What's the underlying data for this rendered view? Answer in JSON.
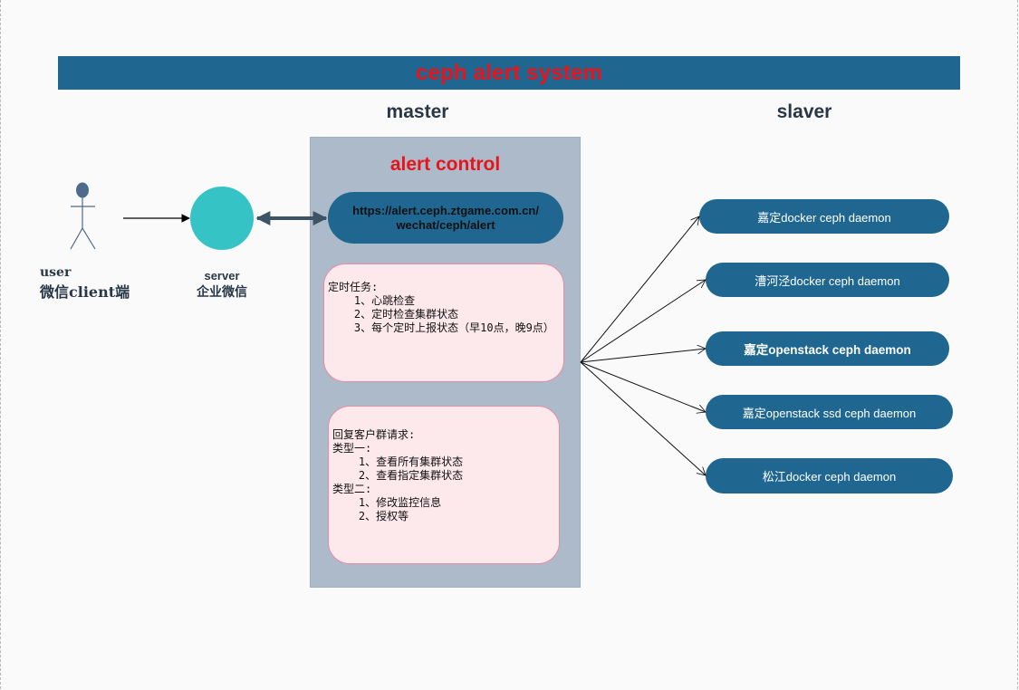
{
  "title": "ceph alert system",
  "columns": {
    "master": "master",
    "slaver": "slaver"
  },
  "actor": {
    "label_en": "user",
    "label_zh": "微信client端"
  },
  "server": {
    "label_en": "server",
    "label_zh": "企业微信"
  },
  "alert_control": {
    "title": "alert control",
    "url": "https://alert.ceph.ztgame.com.cn/\nwechat/ceph/alert",
    "scheduled_tasks": "定时任务:\n    1、心跳检查\n    2、定时检查集群状态\n    3、每个定时上报状态（早10点，晚9点）",
    "client_requests": "回复客户群请求:\n类型一:\n    1、查看所有集群状态\n    2、查看指定集群状态\n类型二:\n    1、修改监控信息\n    2、授权等"
  },
  "daemons": [
    {
      "label": "嘉定docker ceph daemon"
    },
    {
      "label": "漕河泾docker ceph daemon"
    },
    {
      "label": "嘉定openstack ceph daemon"
    },
    {
      "label": "嘉定openstack ssd ceph daemon"
    },
    {
      "label": "松江docker ceph daemon"
    }
  ],
  "colors": {
    "title_bar": "#1f6791",
    "title_text": "#e8141c",
    "panel": "#adbac9",
    "pill": "#1f6791",
    "task_box_fill": "#fde8ec",
    "task_box_border": "#e58da6",
    "server_node": "#36c3c6"
  }
}
